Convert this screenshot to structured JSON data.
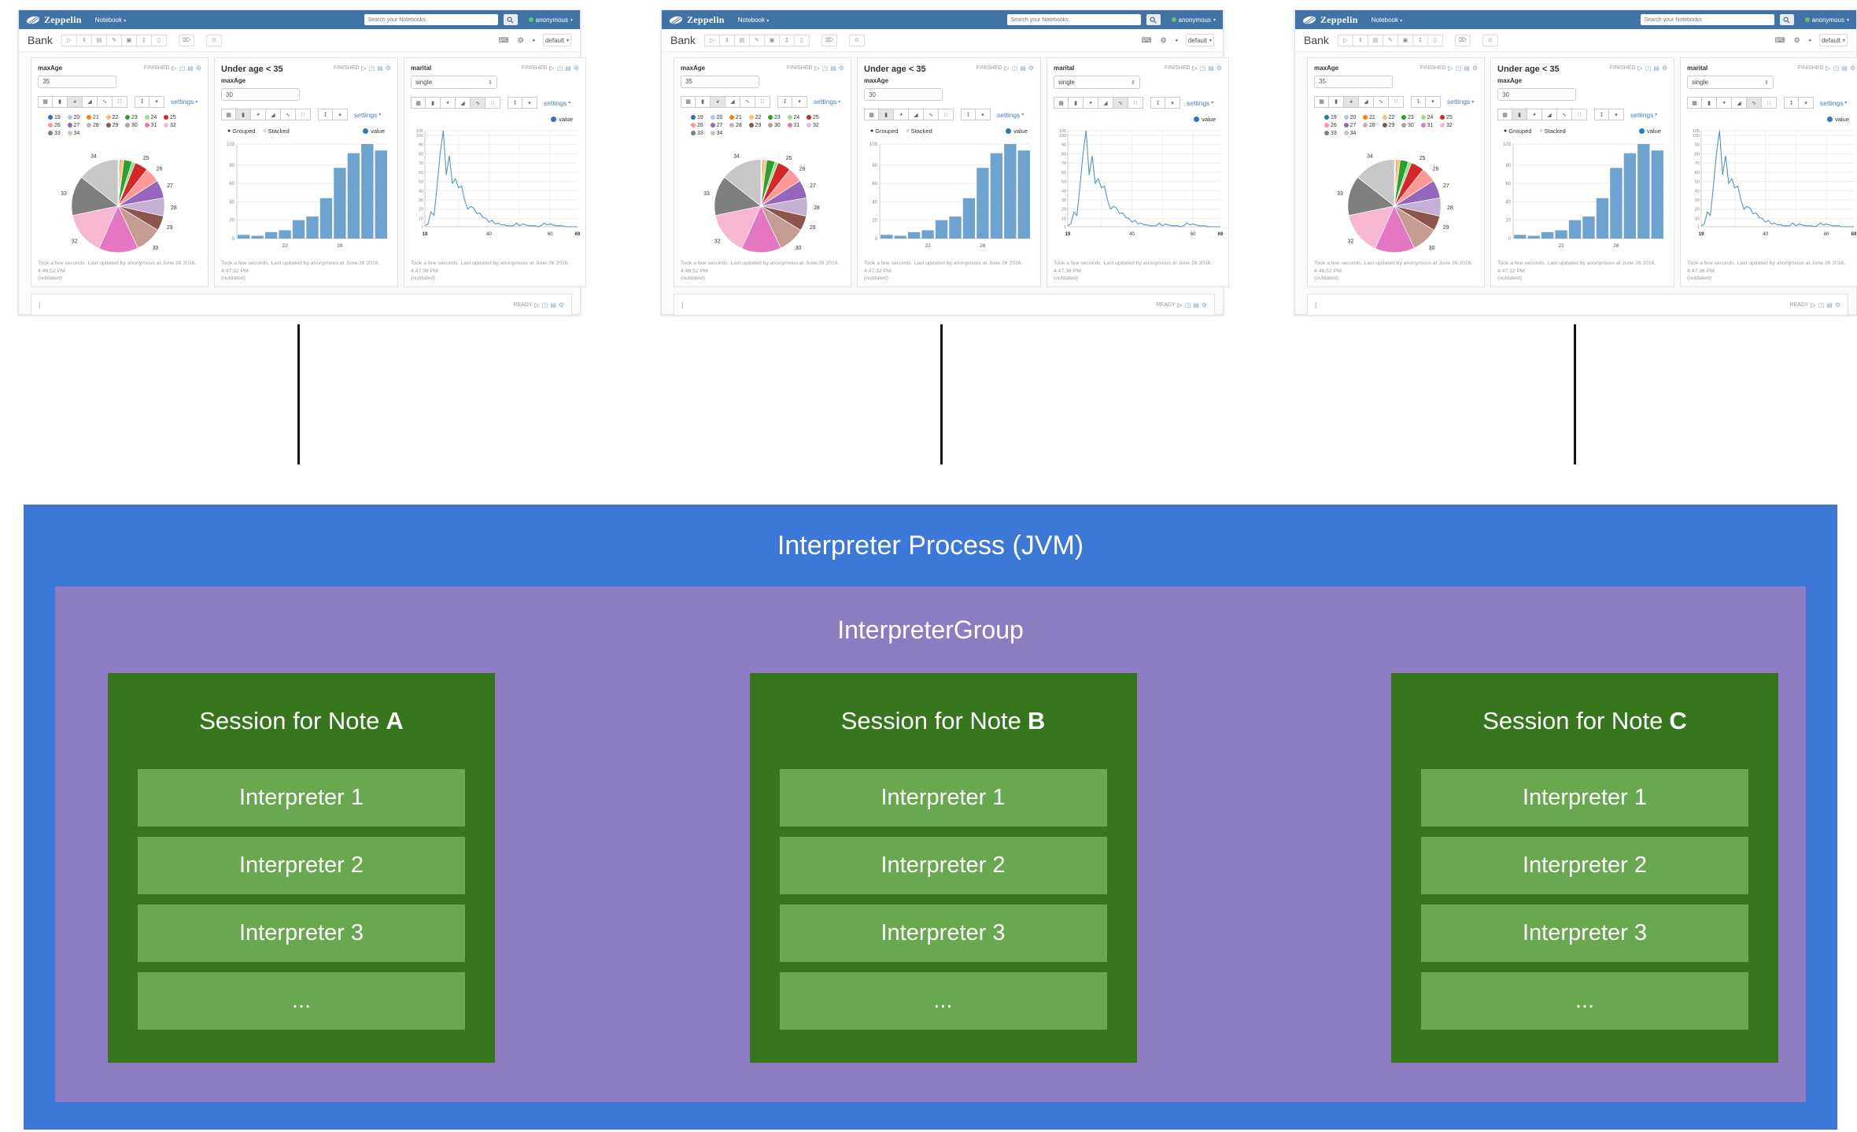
{
  "icons": {
    "caret_down": "▾",
    "play": "▷",
    "expand": "◳",
    "output": "▤",
    "gear": "⚙",
    "trash": "⌦",
    "clock": "⊙",
    "keyboard": "⌨",
    "lock": "▪",
    "download": "↧",
    "select_arrows": "⇕",
    "radio_on": "●",
    "radio_off": "○",
    "cursor": "|"
  },
  "navbar": {
    "brand": "Zeppelin",
    "menu": "Notebook",
    "search_placeholder": "Search your Notebooks",
    "user": "anonymous",
    "user_status_color": "#62c462",
    "background_color": "#4273a6"
  },
  "note": {
    "title": "Bank",
    "toolbar": [
      {
        "name": "run-all-paragraphs-button",
        "glyph": "▷"
      },
      {
        "name": "show-hide-code-button",
        "glyph": "⇕"
      },
      {
        "name": "show-hide-output-button",
        "glyph": "▤"
      },
      {
        "name": "clear-output-button",
        "glyph": "✎"
      },
      {
        "name": "clone-note-button",
        "glyph": "▣"
      },
      {
        "name": "export-note-button",
        "glyph": "↥"
      },
      {
        "name": "version-control-button",
        "glyph": "▯"
      }
    ],
    "default_label": "default"
  },
  "status_icons": [
    {
      "name": "run-paragraph-icon",
      "glyph": "▷",
      "blue": true
    },
    {
      "name": "expand-paragraph-icon",
      "glyph": "◳",
      "blue": false
    },
    {
      "name": "toggle-output-icon",
      "glyph": "▤",
      "blue": false
    },
    {
      "name": "paragraph-gear-icon",
      "glyph": "⚙",
      "blue": false
    }
  ],
  "chart_buttons": [
    {
      "name": "table-display-button",
      "glyph": "▦"
    },
    {
      "name": "bar-chart-button",
      "glyph": "▮"
    },
    {
      "name": "pie-chart-button",
      "glyph": "◕"
    },
    {
      "name": "area-chart-button",
      "glyph": "◢"
    },
    {
      "name": "line-chart-button",
      "glyph": "∿"
    },
    {
      "name": "scatter-chart-button",
      "glyph": "∷"
    }
  ],
  "paragraphs": {
    "settings_label": "settings",
    "outdated_label": "(outdated)",
    "p1": {
      "label": "maxAge",
      "value": "35",
      "status": "FINISHED",
      "footer": "Took a few seconds. Last updated by anonymous at June 26 2016, 4:46:52 PM."
    },
    "p2": {
      "title": "Under age < 35",
      "label": "maxAge",
      "value": "30",
      "status": "FINISHED",
      "footer": "Took a few seconds. Last updated by anonymous at June 26 2016, 4:47:32 PM."
    },
    "p3": {
      "label": "marital",
      "value": "single",
      "status": "FINISHED",
      "footer": "Took a few seconds. Last updated by anonymous at June 26 2016, 4:47:36 PM."
    },
    "empty": {
      "status": "READY"
    }
  },
  "chart_data": [
    {
      "type": "pie",
      "categories": [
        "19",
        "20",
        "21",
        "22",
        "23",
        "24",
        "25",
        "26",
        "27",
        "28",
        "29",
        "30",
        "31",
        "32",
        "33",
        "34"
      ],
      "values": [
        1,
        1,
        2,
        3,
        10,
        4,
        16,
        18,
        22,
        22,
        18,
        32,
        48,
        52,
        48,
        50
      ],
      "colors": [
        "#1f77b4",
        "#aec7e8",
        "#ff7f0e",
        "#ffbb78",
        "#2ca02c",
        "#98df8a",
        "#d62728",
        "#ff9896",
        "#9467bd",
        "#c5b0d5",
        "#8c564b",
        "#c49c94",
        "#e377c2",
        "#f7b6d2",
        "#7f7f7f",
        "#c7c7c7"
      ],
      "legend_position": "top",
      "label_min_share": 0.04
    },
    {
      "type": "bar",
      "categories": [
        "19",
        "20",
        "21",
        "22",
        "23",
        "24",
        "25",
        "26",
        "27",
        "28",
        "29"
      ],
      "values": [
        4,
        3,
        7,
        9,
        20,
        24,
        44,
        77,
        93,
        103,
        96
      ],
      "series_name": "value",
      "controls": [
        "Grouped",
        "Stacked"
      ],
      "active_control": "Grouped",
      "y_ticks": [
        0,
        20,
        40,
        60,
        80,
        103
      ],
      "ylim": [
        0,
        103
      ],
      "x_tick_labels": {
        "3": "22",
        "7": "26"
      },
      "color": "#6fa3cf",
      "grid": true
    },
    {
      "type": "line",
      "x_start": 19,
      "x_end": 69,
      "values": [
        2,
        4,
        17,
        13,
        45,
        80,
        105,
        57,
        78,
        48,
        53,
        43,
        45,
        30,
        20,
        23,
        21,
        15,
        16,
        11,
        10,
        6,
        8,
        4,
        5,
        3,
        3,
        2,
        2,
        2,
        5,
        2,
        4,
        3,
        2,
        2,
        2,
        1,
        2,
        5,
        3,
        4,
        3,
        2,
        2,
        2,
        1,
        1,
        1,
        1,
        1
      ],
      "series_name": "value",
      "y_ticks": [
        1,
        10,
        20,
        30,
        40,
        50,
        60,
        70,
        80,
        90,
        100,
        105
      ],
      "ylim": [
        1,
        105
      ],
      "x_ticks": [
        19,
        40,
        60,
        69
      ],
      "x_grid": [
        30,
        40,
        50,
        60
      ],
      "color": "#5a93c8",
      "grid": true
    }
  ],
  "diagram": {
    "process_title": "Interpreter Process (JVM)",
    "group_title": "InterpreterGroup",
    "session_prefix": "Session for Note",
    "sessions": [
      {
        "note": "A",
        "interpreters": [
          "Interpreter 1",
          "Interpreter 2",
          "Interpreter 3",
          "..."
        ]
      },
      {
        "note": "B",
        "interpreters": [
          "Interpreter 1",
          "Interpreter 2",
          "Interpreter 3",
          "..."
        ]
      },
      {
        "note": "C",
        "interpreters": [
          "Interpreter 1",
          "Interpreter 2",
          "Interpreter 3",
          "..."
        ]
      }
    ],
    "colors": {
      "process_box": "#3c78d8",
      "group_box": "#8e7cc3",
      "session_box": "#38761d",
      "interpreter_row": "#6aa84f",
      "connector": "#161616"
    }
  }
}
